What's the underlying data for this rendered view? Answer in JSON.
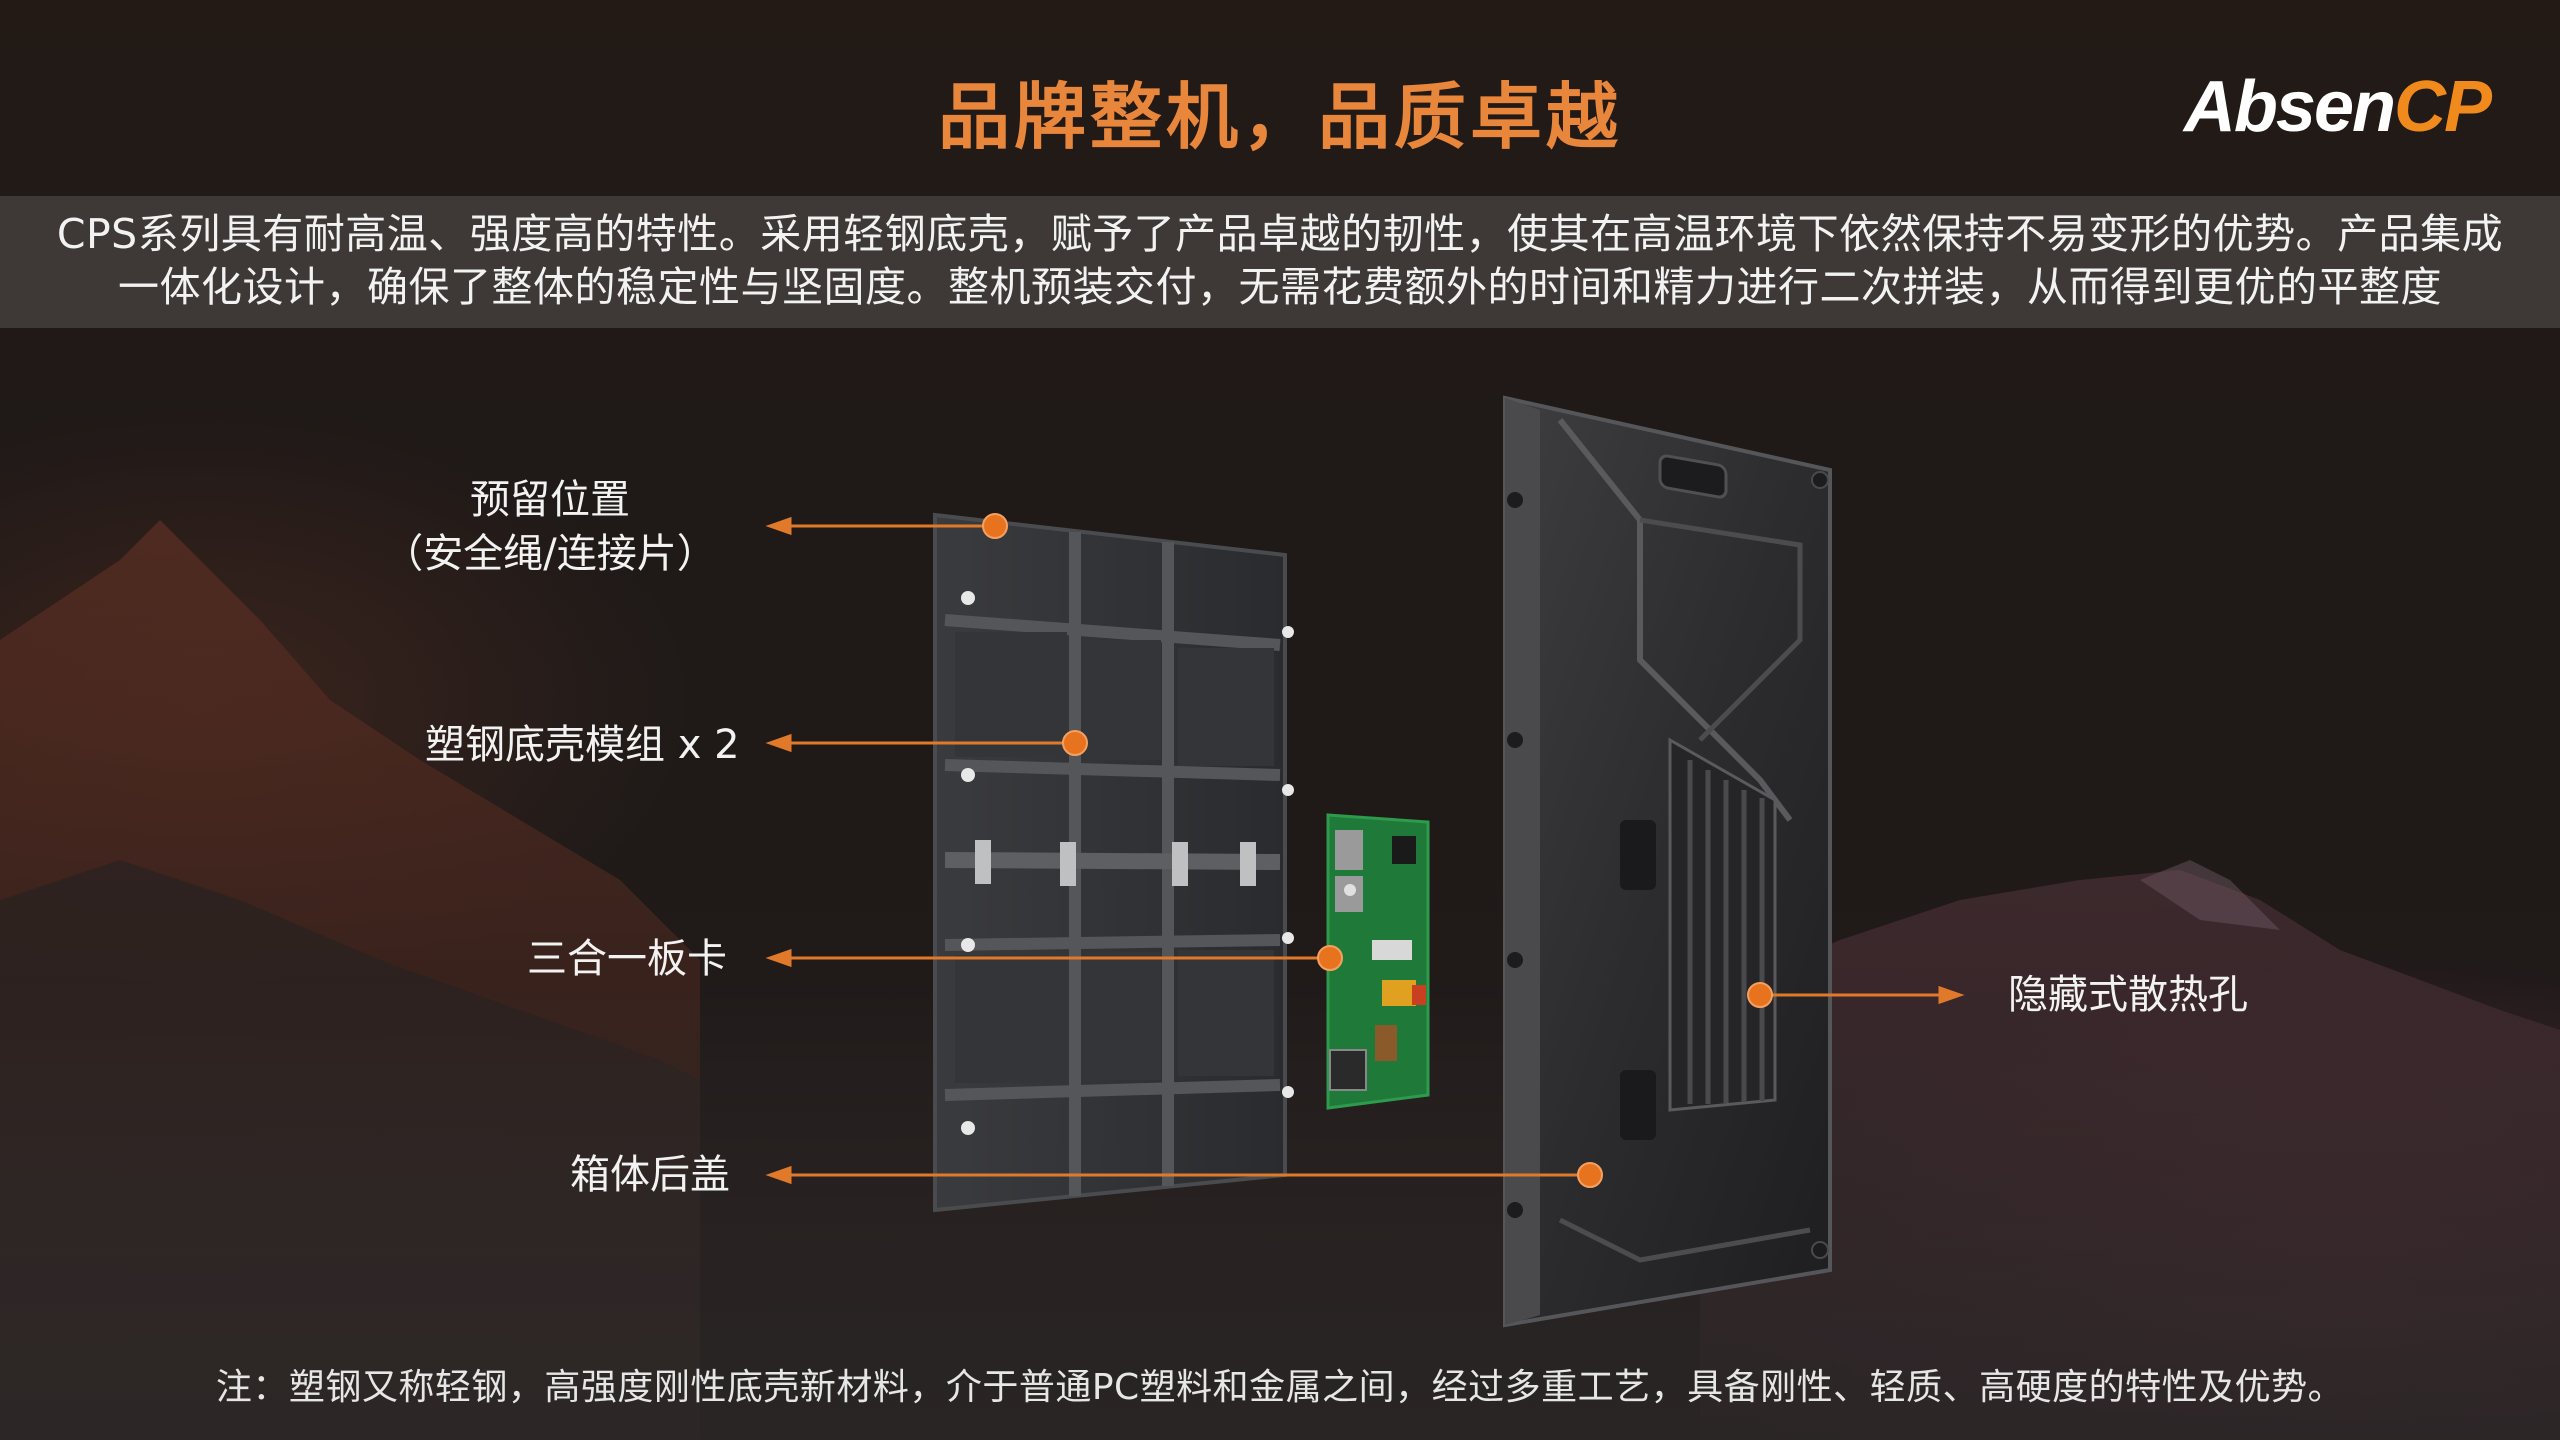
{
  "header": {
    "title": "品牌整机，品质卓越",
    "logo_primary": "Absen",
    "logo_accent": "CP"
  },
  "description": {
    "line1": "CPS系列具有耐高温、强度高的特性。采用轻钢底壳，赋予了产品卓越的韧性，使其在高温环境下依然保持不易变形的优势。产品集成",
    "line2": "一体化设计，确保了整体的稳定性与坚固度。整机预装交付，无需花费额外的时间和精力进行二次拼装，从而得到更优的平整度"
  },
  "callouts": {
    "reserved_line1": "预留位置",
    "reserved_line2": "（安全绳/连接片）",
    "module": "塑钢底壳模组 x 2",
    "card": "三合一板卡",
    "back_cover": "箱体后盖",
    "heat_vent": "隐藏式散热孔"
  },
  "footnote": {
    "text": "注：塑钢又称轻钢，高强度刚性底壳新材料，介于普通PC塑料和金属之间，经过多重工艺，具备刚性、轻质、高硬度的特性及优势。"
  },
  "colors": {
    "accent": "#e8863b",
    "logo_accent": "#f08a1c",
    "callout_line": "#e07a2a",
    "dot": "#e8731f"
  }
}
